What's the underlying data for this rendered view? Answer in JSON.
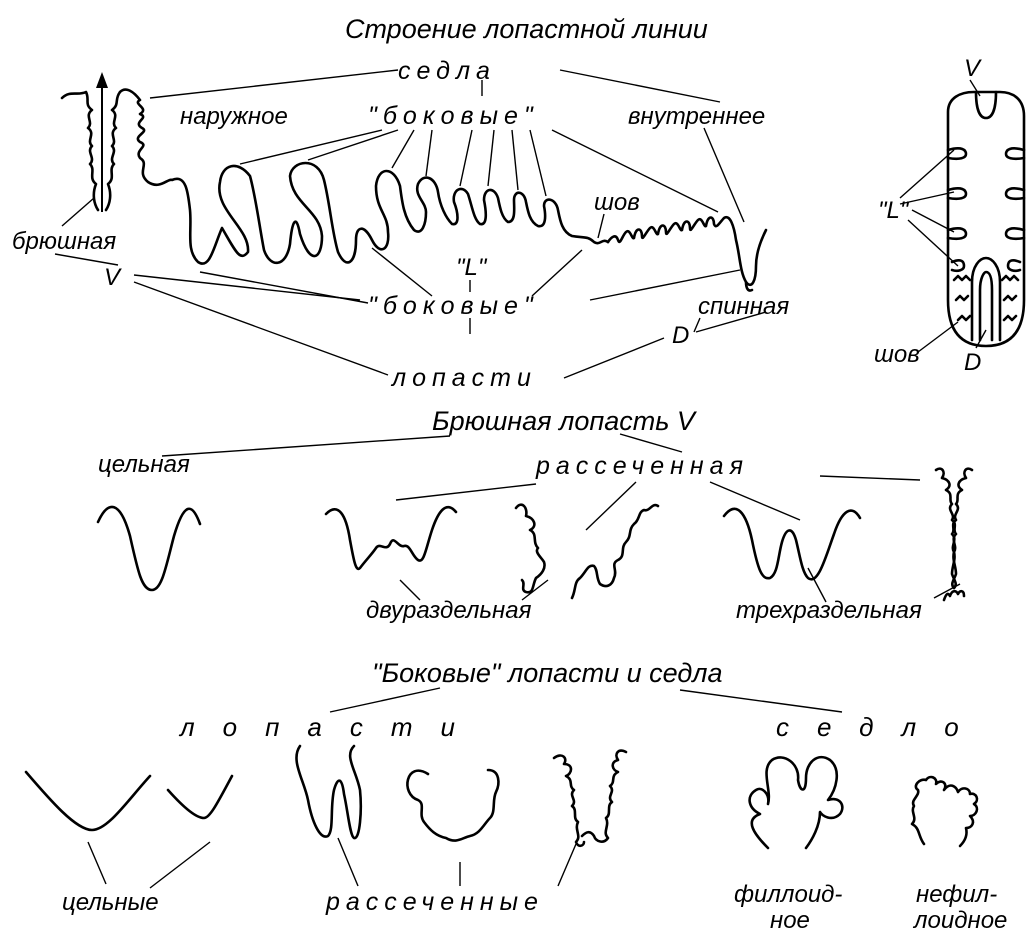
{
  "section1": {
    "title": "Строение лопастной линии",
    "saddles": "седла",
    "outer": "наружное",
    "lateral_top": "\"боковые\"",
    "inner": "внутреннее",
    "suture": "шов",
    "ventral": "брюшная",
    "v": "V",
    "l": "\"L\"",
    "lateral_bottom": "\"боковые\"",
    "dorsal": "спинная",
    "d": "D",
    "lobes": "лопасти"
  },
  "side_view": {
    "v": "V",
    "l": "\"L\"",
    "suture": "шов",
    "d": "D"
  },
  "section2": {
    "title": "Брюшная лопасть  V",
    "whole": "цельная",
    "dissected": "рассеченная",
    "bipartite": "двураздельная",
    "tripartite": "трехраздельная"
  },
  "section3": {
    "title": "\"Боковые\" лопасти и седла",
    "lobes": "лопасти",
    "saddle": "седло",
    "whole_pl": "цельные",
    "dissected_pl": "рассеченные",
    "phylloid_1": "филлоид-",
    "phylloid_2": "ное",
    "nonphylloid_1": "нефил-",
    "nonphylloid_2": "лоидное"
  }
}
